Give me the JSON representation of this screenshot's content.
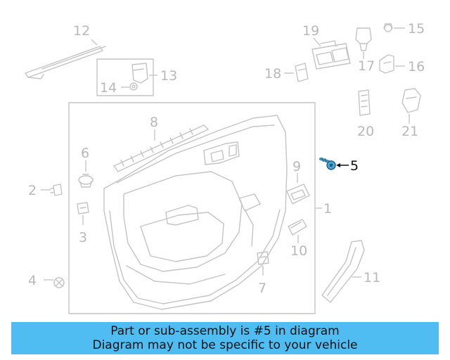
{
  "diagram": {
    "callouts": {
      "c1": "1",
      "c2": "2",
      "c3": "3",
      "c4": "4",
      "c5": "5",
      "c6": "6",
      "c7": "7",
      "c8": "8",
      "c9": "9",
      "c10": "10",
      "c11": "11",
      "c12": "12",
      "c13": "13",
      "c14": "14",
      "c15": "15",
      "c16": "16",
      "c17": "17",
      "c18": "18",
      "c19": "19",
      "c20": "20",
      "c21": "21"
    },
    "highlighted_part": "5",
    "colors": {
      "highlight_part": "#3d8fb8",
      "callout_gray": "#b9b9b9",
      "caption_background": "#4fbcf2"
    }
  },
  "caption": {
    "line1": "Part or sub-assembly is #5 in diagram",
    "line2": "Diagram may not be specific to your vehicle"
  }
}
